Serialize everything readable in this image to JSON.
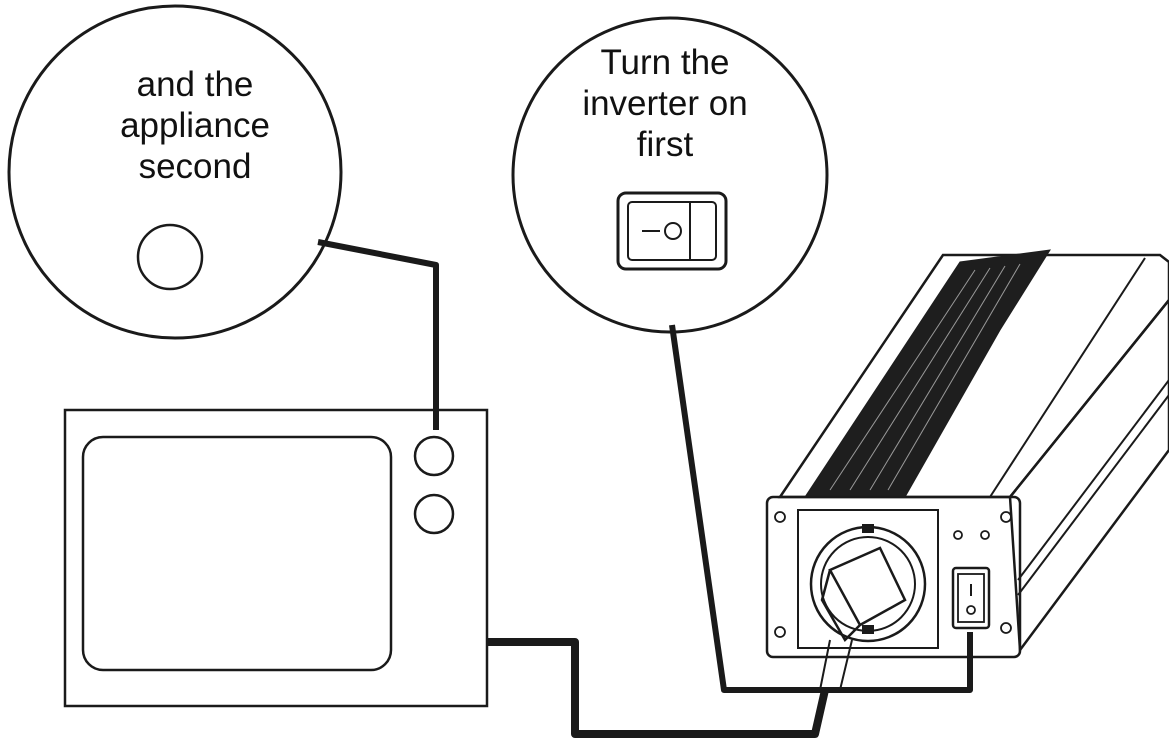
{
  "callouts": {
    "appliance": {
      "lines": [
        "and the",
        "appliance",
        "second"
      ]
    },
    "inverter": {
      "lines": [
        "Turn the",
        "inverter on",
        "first"
      ]
    }
  },
  "switch_marks": {
    "off_on_horizontal": "—○",
    "vertical_on": "|",
    "vertical_off": "○"
  },
  "colors": {
    "ink": "#1a1a1a",
    "background": "#ffffff"
  }
}
